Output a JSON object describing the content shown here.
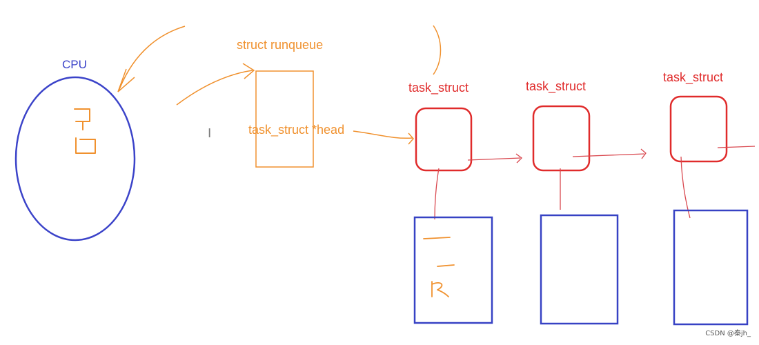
{
  "labels": {
    "cpu": "CPU",
    "runqueue": "struct runqueue",
    "head": "task_struct *head",
    "task_structs": [
      "task_struct",
      "task_struct",
      "task_struct"
    ]
  },
  "cursor_glyph": "I",
  "watermark": "CSDN @秦jh_",
  "colors": {
    "cpu": "#3b43c9",
    "runqueue": "#f0912e",
    "task_struct": "#e02b2b",
    "code_box": "#3742c4",
    "pen_red": "#d9484f",
    "cursor": "#7a7a7a",
    "watermark": "#555555"
  }
}
